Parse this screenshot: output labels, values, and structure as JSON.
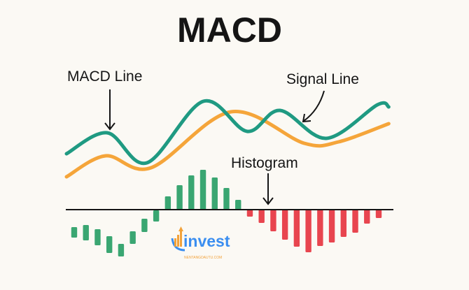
{
  "title": "MACD",
  "labels": {
    "macd_line": "MACD Line",
    "signal_line": "Signal Line",
    "histogram": "Histogram"
  },
  "logo": {
    "name": "invest",
    "tagline": "NENTANGDAUTU.COM"
  },
  "colors": {
    "macd": "#1f9a82",
    "signal": "#f5a53a",
    "positive": "#3aa672",
    "negative": "#e8454f",
    "logo_blue": "#3b8ef0",
    "logo_orange": "#f2a23a"
  },
  "chart_data": {
    "type": "line",
    "x_range": [
      0,
      100
    ],
    "series": [
      {
        "name": "MACD Line",
        "points": [
          [
            0,
            80
          ],
          [
            12.5,
            110
          ],
          [
            24.7,
            67
          ],
          [
            42,
            155
          ],
          [
            55.5,
            112
          ],
          [
            65.6,
            142
          ],
          [
            79.8,
            102
          ],
          [
            95.5,
            150
          ],
          [
            99,
            147
          ]
        ]
      },
      {
        "name": "Signal Line",
        "points": [
          [
            0,
            47
          ],
          [
            12,
            77
          ],
          [
            26,
            60
          ],
          [
            50.5,
            140
          ],
          [
            73,
            95
          ],
          [
            83.6,
            97
          ],
          [
            99,
            123
          ]
        ]
      }
    ],
    "histogram": {
      "baseline": 0,
      "bars": [
        [
          -25,
          -40
        ],
        [
          -22,
          -44
        ],
        [
          -28,
          -51
        ],
        [
          -38,
          -62
        ],
        [
          -49,
          -67
        ],
        [
          -31,
          -49
        ],
        [
          -13,
          -32
        ],
        [
          -1,
          -17
        ],
        [
          0,
          19
        ],
        [
          0,
          35
        ],
        [
          0,
          49
        ],
        [
          0,
          57
        ],
        [
          0,
          46
        ],
        [
          0,
          31
        ],
        [
          0,
          14
        ],
        [
          0,
          -10
        ],
        [
          0,
          -19
        ],
        [
          0,
          -31
        ],
        [
          0,
          -43
        ],
        [
          0,
          -53
        ],
        [
          0,
          -61
        ],
        [
          0,
          -52
        ],
        [
          0,
          -47
        ],
        [
          0,
          -39
        ],
        [
          0,
          -33
        ],
        [
          0,
          -20
        ],
        [
          0,
          -12
        ]
      ]
    }
  }
}
